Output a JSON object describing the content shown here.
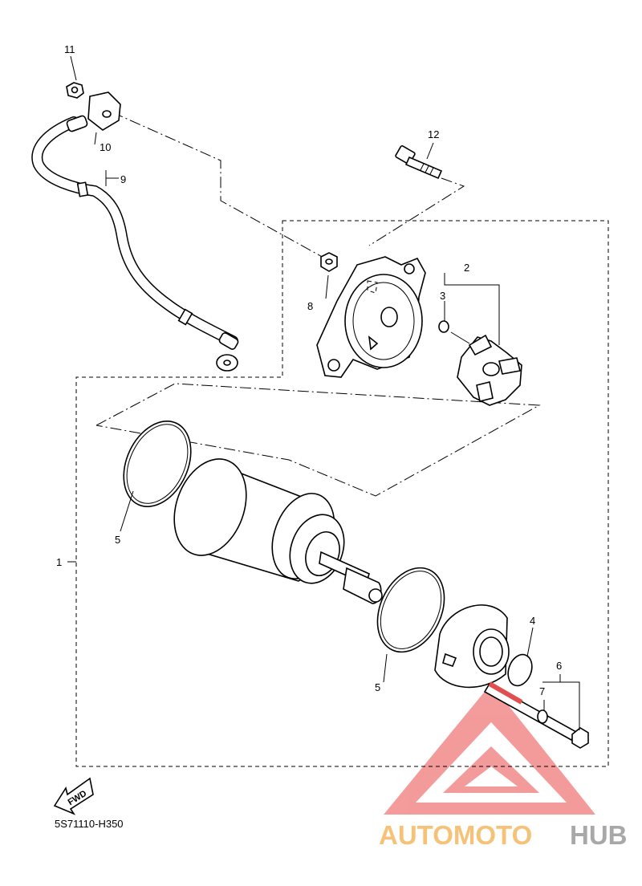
{
  "callouts": {
    "p1": "1",
    "p2": "2",
    "p3": "3",
    "p4": "4",
    "p5a": "5",
    "p5b": "5",
    "p6": "6",
    "p7": "7",
    "p8": "8",
    "p9": "9",
    "p10": "10",
    "p11": "11",
    "p12": "12"
  },
  "reference_code": "5S71110-H350",
  "fwd_label": "FWD",
  "watermark": {
    "part1": "AUTOMOTO",
    "part2": "HUB"
  },
  "colors": {
    "line": "#000000",
    "watermark_red": "#f08080",
    "watermark_orange": "#f4b860",
    "watermark_gray": "#9a9a9a"
  }
}
